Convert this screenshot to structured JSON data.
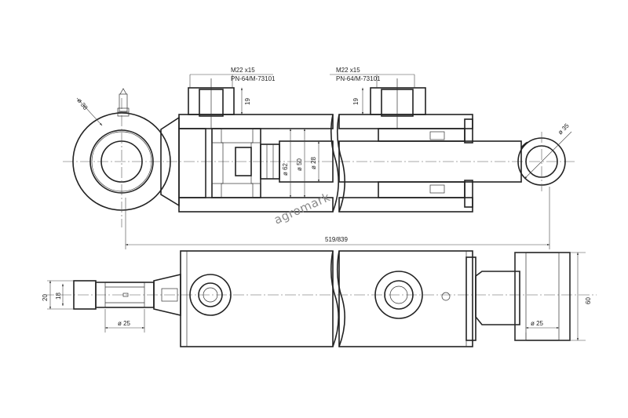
{
  "ports": {
    "left": {
      "thread": "M22 x15",
      "standard": "PN-64/M-73101",
      "depth": "19"
    },
    "right": {
      "thread": "M22 x15",
      "standard": "PN-64/M-73101",
      "depth": "19"
    }
  },
  "dimensions": {
    "eye_dia_left": "ø 38",
    "eye_dia_right": "ø 35",
    "piston_dia": "ø 62",
    "bore_dia": "ø 50",
    "rod_dia": "ø 28",
    "length": "519/839",
    "bottom_height_outer": "20",
    "bottom_height_inner": "18",
    "pin_dia_left": "ø 25",
    "pin_dia_right": "ø 25",
    "eye_width_right": "60"
  },
  "watermark": "agromark"
}
